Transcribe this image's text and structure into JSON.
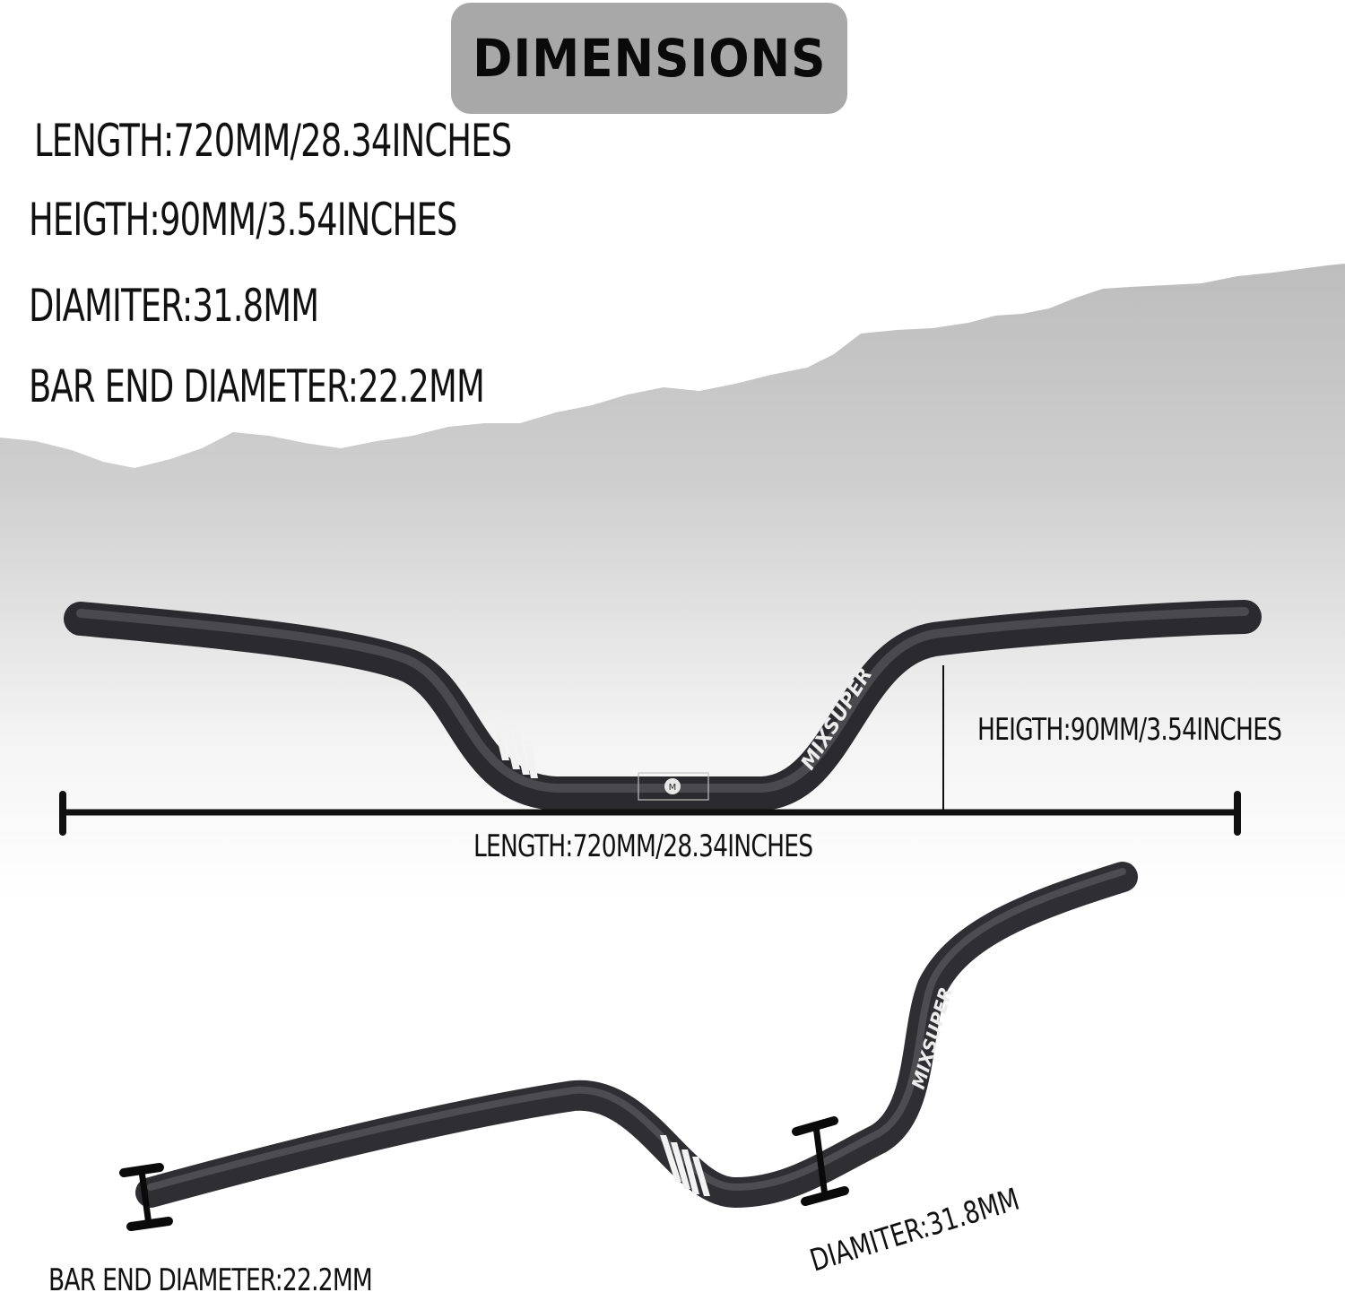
{
  "header": {
    "title": "DIMENSIONS"
  },
  "specs": {
    "length": "LENGTH:720MM/28.34INCHES",
    "height": "HEIGTH:90MM/3.54INCHES",
    "diameter": "DIAMITER:31.8MM",
    "bar_end": "BAR END DIAMETER:22.2MM"
  },
  "annotations": {
    "height": "HEIGTH:90MM/3.54INCHES",
    "length": "LENGTH:720MM/28.34INCHES",
    "diameter": "DIAMITER:31.8MM",
    "bar_end": "BAR END DIAMETER:22.2MM"
  },
  "logo": {
    "brand": "MIXSUPER",
    "mark": "M"
  },
  "colors": {
    "badge": "#a8a8a8",
    "bar": "#3a3a3e",
    "text": "#111111"
  }
}
